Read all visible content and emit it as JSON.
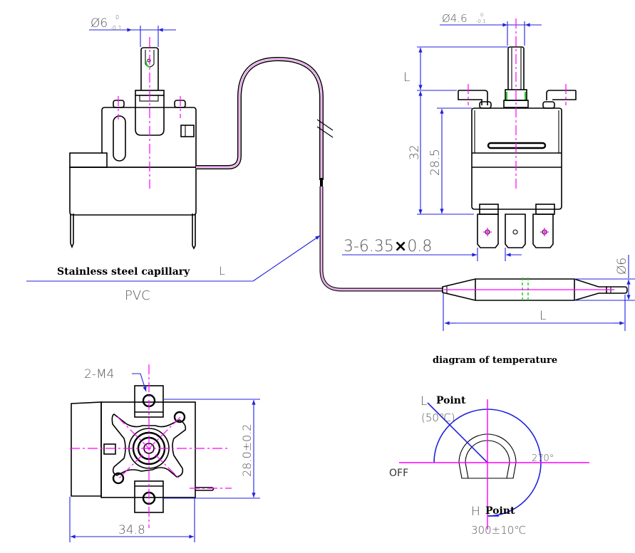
{
  "drawing": {
    "front_view": {
      "shaft_diameter_label": "Ø6",
      "shaft_tol_upper": "0",
      "shaft_tol_lower": "-0.1"
    },
    "side_view": {
      "shaft_diameter_label": "Ø4.6",
      "shaft_tol_upper": "0",
      "shaft_tol_lower": "-0.1",
      "shaft_length_label": "L",
      "height_total_label": "32",
      "height_body_label": "28.5",
      "terminals_label_prefix": "3-6.35",
      "terminals_label_x": "×",
      "terminals_label_suffix": "0.8"
    },
    "capillary": {
      "material_label": "Stainless steel capillary",
      "length_label": "L",
      "sheath_label": "PVC"
    },
    "bulb": {
      "diameter_label": "Ø6",
      "length_label": "L"
    },
    "top_view": {
      "mount_label": "2-M4",
      "hole_spacing_label": "28.0±0.2",
      "width_label": "34.8"
    },
    "temperature_diagram": {
      "title": "diagram of temperature",
      "l_point_letter": "L",
      "l_point_word": "Point",
      "l_point_temp": "(50℃)",
      "off_label": "OFF",
      "rotation_label": "270°",
      "h_point_letter": "H",
      "h_point_word": "Point",
      "h_point_temp": "300±10℃"
    }
  },
  "colors": {
    "outline": "#000000",
    "dimension": "#2020e0",
    "centerline": "#ff00ff",
    "accent_green": "#22cc22"
  }
}
